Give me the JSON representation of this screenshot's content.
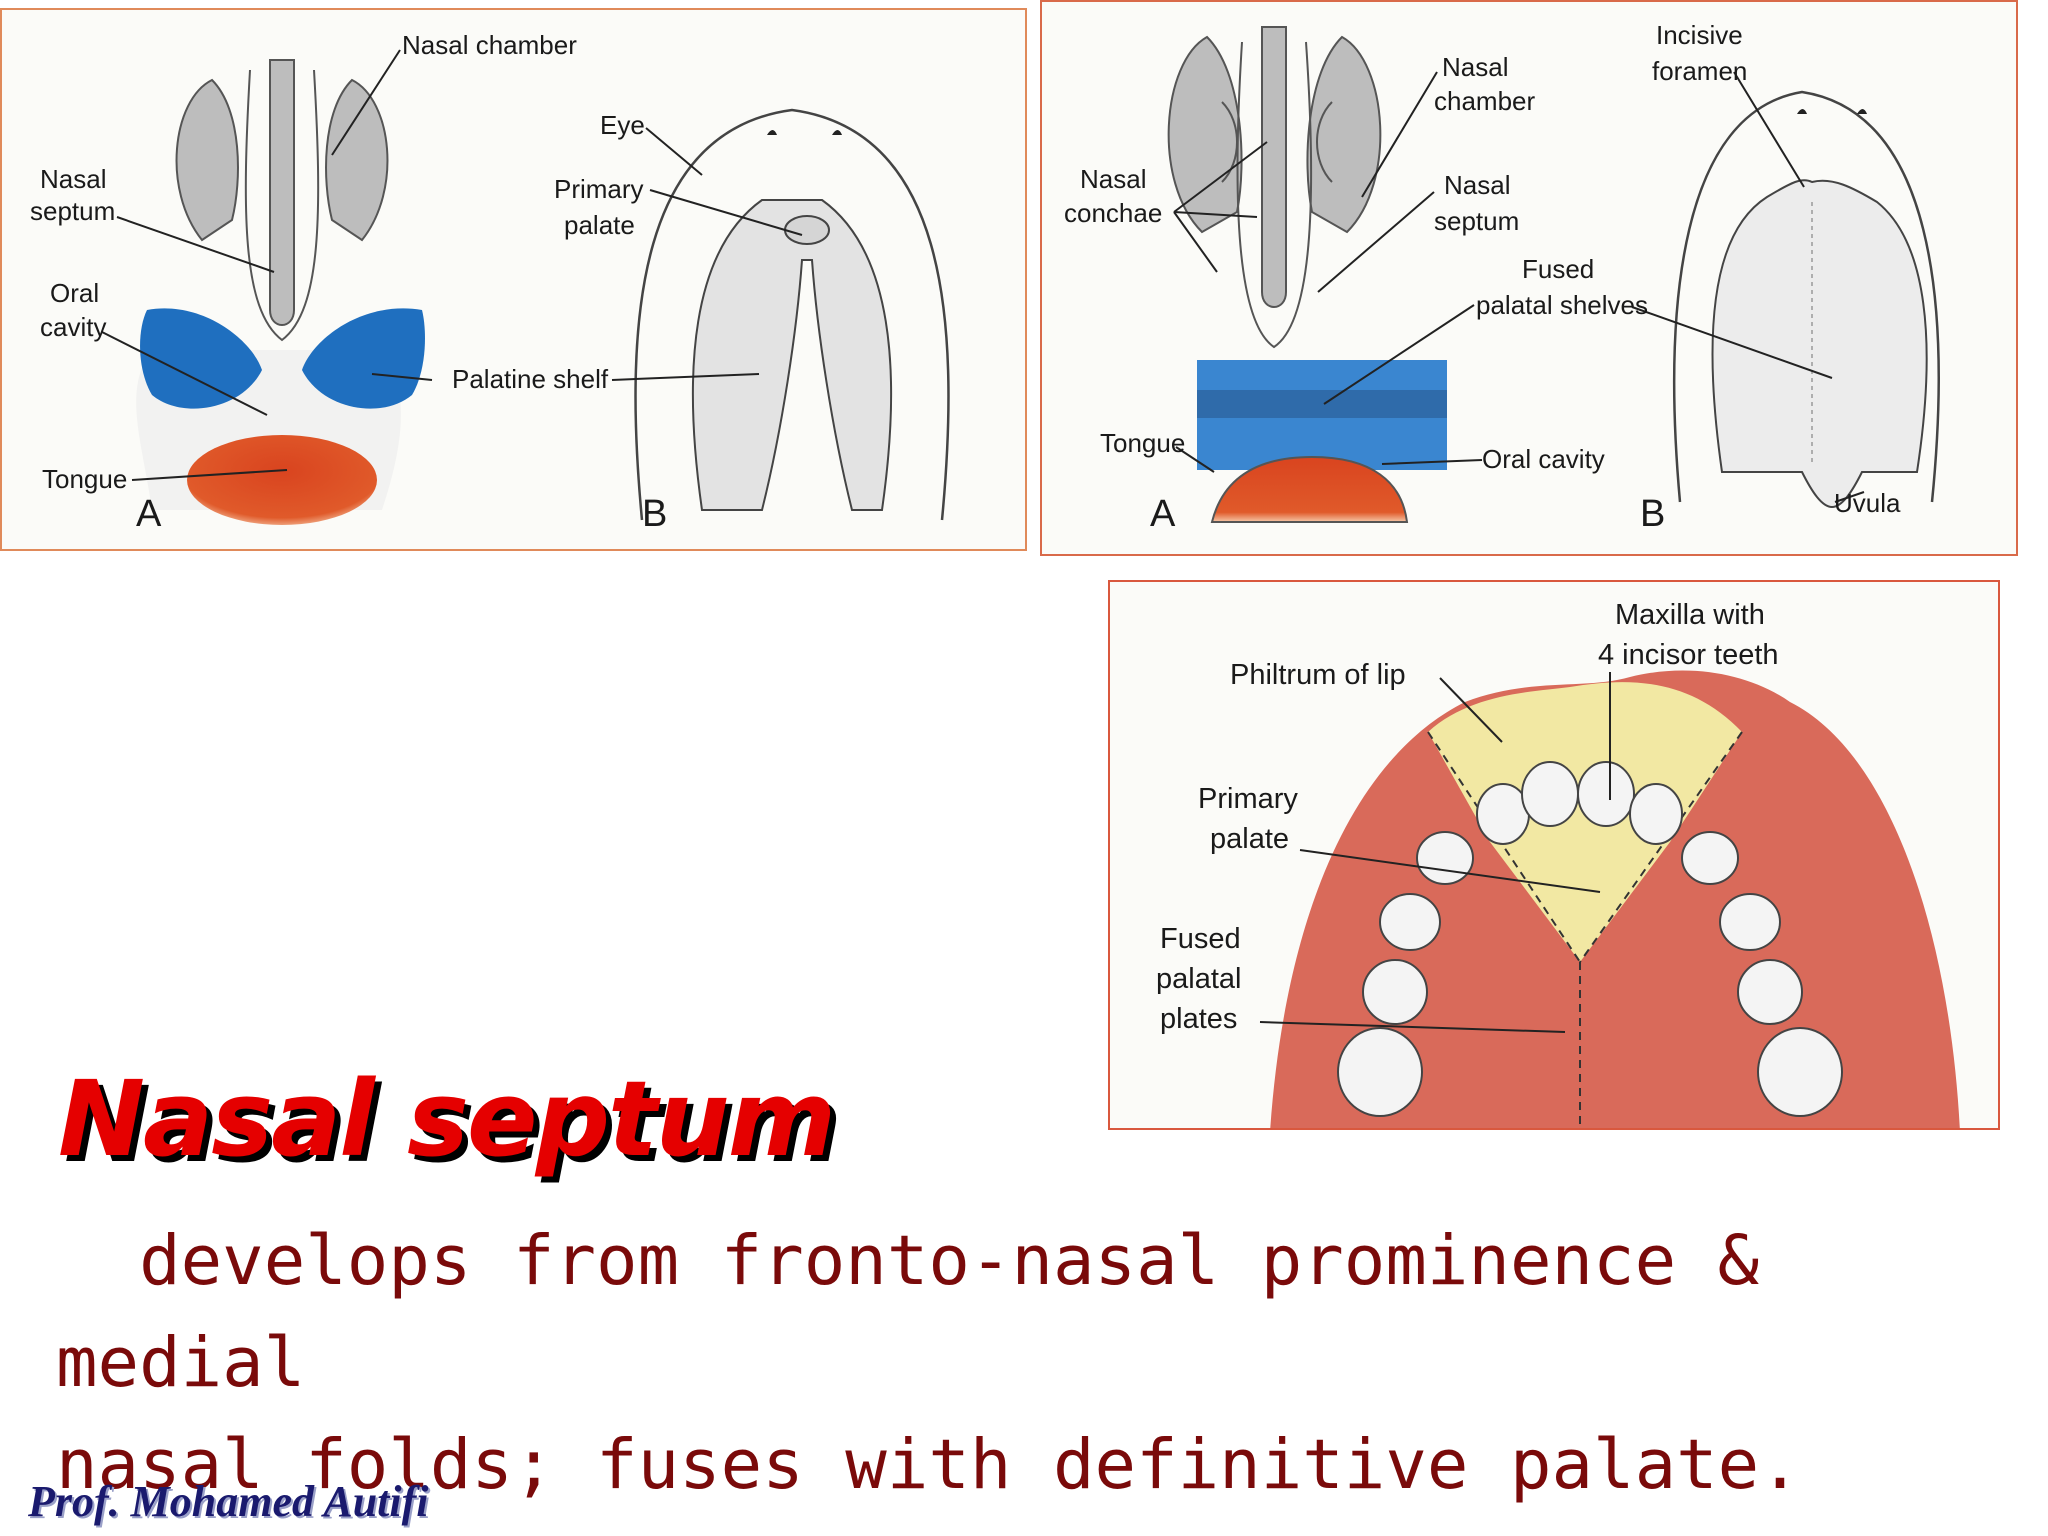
{
  "slide": {
    "title": "Nasal septum",
    "body": "  develops from fronto-nasal prominence & medial\nnasal folds; fuses with definitive palate.",
    "credit": "Prof. Mohamed Autifi"
  },
  "figure_left": {
    "labels": {
      "nasal_chamber": "Nasal chamber",
      "nasal_septum_1": "Nasal",
      "nasal_septum_2": "septum",
      "oral_cavity_1": "Oral",
      "oral_cavity_2": "cavity",
      "tongue": "Tongue",
      "eye": "Eye",
      "primary_palate_1": "Primary",
      "primary_palate_2": "palate",
      "palatine_shelf": "Palatine shelf",
      "panel_a": "A",
      "panel_b": "B"
    }
  },
  "figure_right": {
    "labels": {
      "nasal_chamber_1": "Nasal",
      "nasal_chamber_2": "chamber",
      "nasal_conchae_1": "Nasal",
      "nasal_conchae_2": "conchae",
      "nasal_septum_1": "Nasal",
      "nasal_septum_2": "septum",
      "fused_shelves_1": "Fused",
      "fused_shelves_2": "palatal shelves",
      "tongue": "Tongue",
      "oral_cavity": "Oral cavity",
      "incisive_foramen_1": "Incisive",
      "incisive_foramen_2": "foramen",
      "uvula": "Uvula",
      "panel_a": "A",
      "panel_b": "B"
    }
  },
  "figure_bottom": {
    "labels": {
      "maxilla_1": "Maxilla with",
      "maxilla_2": "4 incisor teeth",
      "philtrum": "Philtrum of lip",
      "primary_palate_1": "Primary",
      "primary_palate_2": "palate",
      "fused_plates_1": "Fused",
      "fused_plates_2": "palatal",
      "fused_plates_3": "plates"
    }
  },
  "colors": {
    "title": "#e50000",
    "body": "#7a0a0a",
    "palatal_shelf_blue": "#1f6fbf",
    "tongue_red": "#d9441f",
    "palate_red": "#d96a5a",
    "primary_palate_yellow": "#f3efa8"
  }
}
